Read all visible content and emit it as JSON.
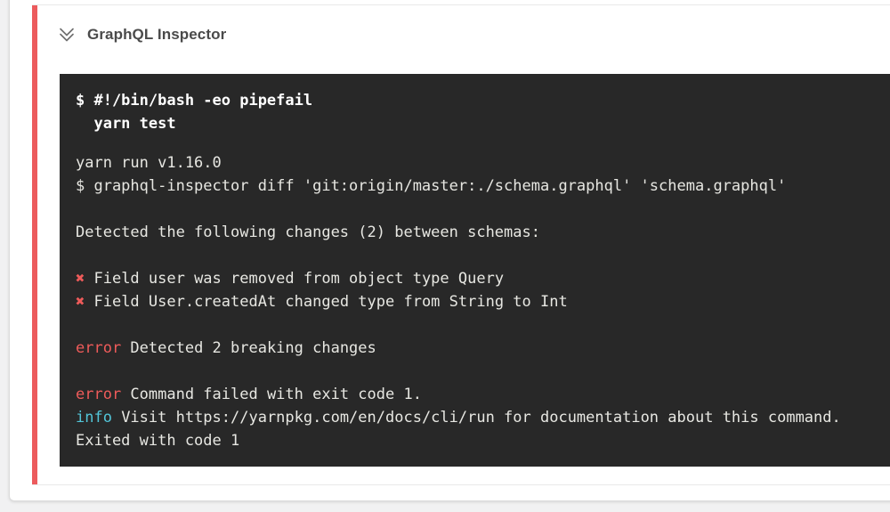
{
  "page": {
    "background": "#f1f1f2"
  },
  "step": {
    "title": "GraphQL Inspector",
    "status": "failed",
    "accent_color": "#ec5b5d",
    "collapse_icon": "double-chevron-down-icon"
  },
  "terminal": {
    "background": "#282828",
    "colors": {
      "default": "#e7e7e2",
      "command": "#ffffff",
      "red": "#ee5b5a",
      "cyan": "#52c5d8"
    },
    "lines": [
      {
        "segments": [
          {
            "text": "$ #!/bin/bash -eo pipefail",
            "style": "command"
          }
        ]
      },
      {
        "segments": [
          {
            "text": "  yarn test",
            "style": "command"
          }
        ],
        "gap_after": 18
      },
      {
        "segments": [
          {
            "text": "yarn run v1.16.0"
          }
        ]
      },
      {
        "segments": [
          {
            "text": "$ graphql-inspector diff 'git:origin/master:./schema.graphql' 'schema.graphql'"
          }
        ]
      },
      {
        "segments": []
      },
      {
        "segments": [
          {
            "text": "Detected the following changes (2) between schemas:"
          }
        ]
      },
      {
        "segments": []
      },
      {
        "segments": [
          {
            "text": "✖ ",
            "style": "red"
          },
          {
            "text": "Field user was removed from object type Query"
          }
        ]
      },
      {
        "segments": [
          {
            "text": "✖ ",
            "style": "red"
          },
          {
            "text": "Field User.createdAt changed type from String to Int"
          }
        ]
      },
      {
        "segments": []
      },
      {
        "segments": [
          {
            "text": "error ",
            "style": "red"
          },
          {
            "text": "Detected 2 breaking changes"
          }
        ]
      },
      {
        "segments": []
      },
      {
        "segments": [
          {
            "text": "error ",
            "style": "red"
          },
          {
            "text": "Command failed with exit code 1."
          }
        ]
      },
      {
        "segments": [
          {
            "text": "info ",
            "style": "cyan"
          },
          {
            "text": "Visit https://yarnpkg.com/en/docs/cli/run for documentation about this command."
          }
        ]
      },
      {
        "segments": [
          {
            "text": "Exited with code 1"
          }
        ]
      }
    ]
  }
}
